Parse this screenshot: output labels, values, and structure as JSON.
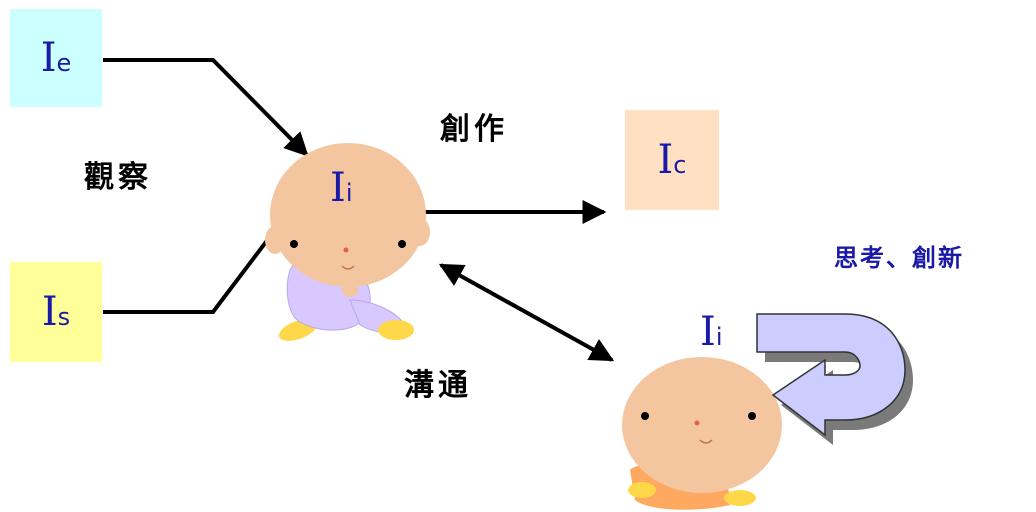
{
  "nodes": {
    "ie": {
      "main": "I",
      "sub": "e",
      "fill": "#ccffff"
    },
    "is": {
      "main": "I",
      "sub": "s",
      "fill": "#ffff99"
    },
    "ic": {
      "main": "I",
      "sub": "c",
      "fill": "#ffe0c2"
    },
    "ii_center": {
      "main": "I",
      "sub": "i"
    },
    "ii_lower": {
      "main": "I",
      "sub": "i"
    }
  },
  "labels": {
    "observe": "觀察",
    "create": "創作",
    "communicate": "溝通",
    "think_innovate": "思考、創新"
  },
  "colors": {
    "label_blue": "#1a1aa6",
    "loop_arrow_fill": "#ccccff",
    "loop_arrow_shadow": "#7a7a7a",
    "skin": "#f3c6a0",
    "purple_clothes": "#d8c8ff",
    "orange_clothes": "#ffa860",
    "yellow_shoes": "#ffd84a"
  }
}
